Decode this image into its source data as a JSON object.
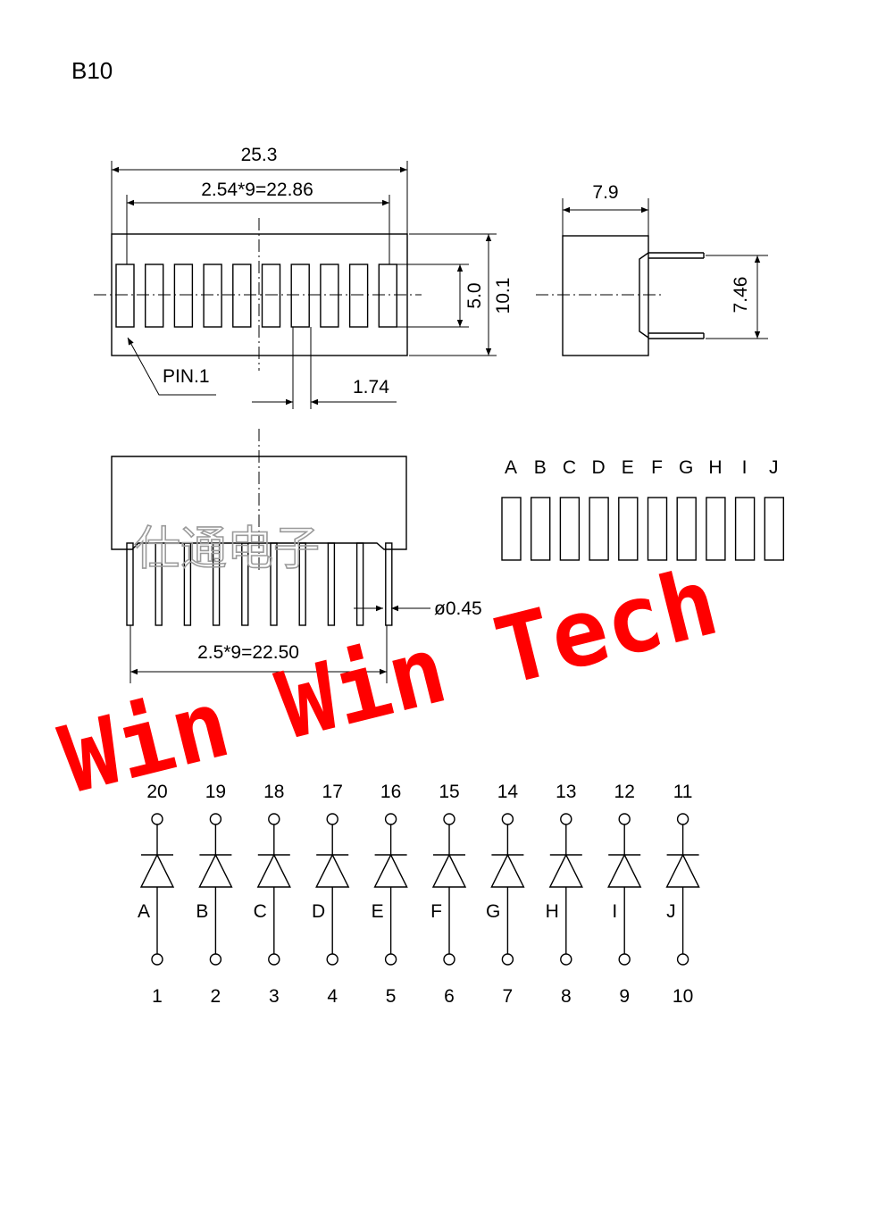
{
  "model": "B10",
  "front_view": {
    "width_label": "25.3",
    "pitch_label": "2.54*9=22.86",
    "segment_height_label": "5.0",
    "body_height_label": "10.1",
    "segment_width_label": "1.74",
    "pin1_label": "PIN.1"
  },
  "side_view": {
    "depth_label": "7.9",
    "pin_row_label": "7.46"
  },
  "bottom_view": {
    "pin_pitch_label": "2.5*9=22.50",
    "pin_diameter_label": "ø0.45"
  },
  "segment_letters": [
    "A",
    "B",
    "C",
    "D",
    "E",
    "F",
    "G",
    "H",
    "I",
    "J"
  ],
  "circuit": {
    "top_pins": [
      "20",
      "19",
      "18",
      "17",
      "16",
      "15",
      "14",
      "13",
      "12",
      "11"
    ],
    "bottom_pins": [
      "1",
      "2",
      "3",
      "4",
      "5",
      "6",
      "7",
      "8",
      "9",
      "10"
    ],
    "anode_letters": [
      "A",
      "B",
      "C",
      "D",
      "E",
      "F",
      "G",
      "H",
      "I",
      "J"
    ]
  },
  "watermarks": {
    "chinese": "仕通电子",
    "brand": "Win Win Tech",
    "brand_color": "#ff0000"
  }
}
